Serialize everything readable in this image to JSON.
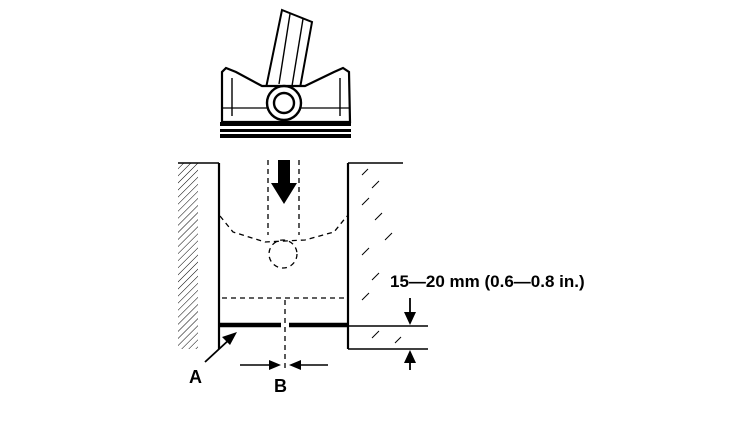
{
  "diagram": {
    "dimension_text": "15—20 mm (0.6—0.8 in.)",
    "label_a": "A",
    "label_b": "B"
  },
  "colors": {
    "ink": "#000000",
    "background": "#ffffff"
  }
}
